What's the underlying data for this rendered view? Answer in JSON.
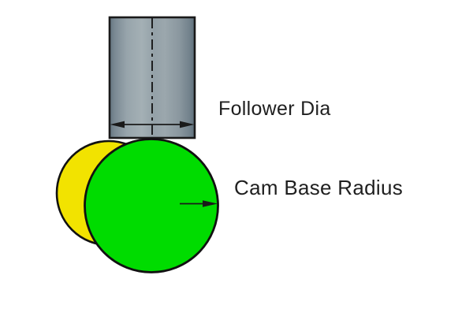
{
  "diagram": {
    "type": "cam-follower-annotation-diagram",
    "labels": {
      "follower_dia": "Follower Dia",
      "cam_base_radius": "Cam Base Radius"
    },
    "colors": {
      "follower_gray_mid": "#94a1a8",
      "cam_base_circle_green": "#00DC00",
      "cam_profile_yellow": "#F2E300",
      "outline_black": "#111111",
      "leader_line_dark": "#1a1a1a",
      "leader_line_gray": "#9a9a9a",
      "background": "#ffffff"
    }
  }
}
